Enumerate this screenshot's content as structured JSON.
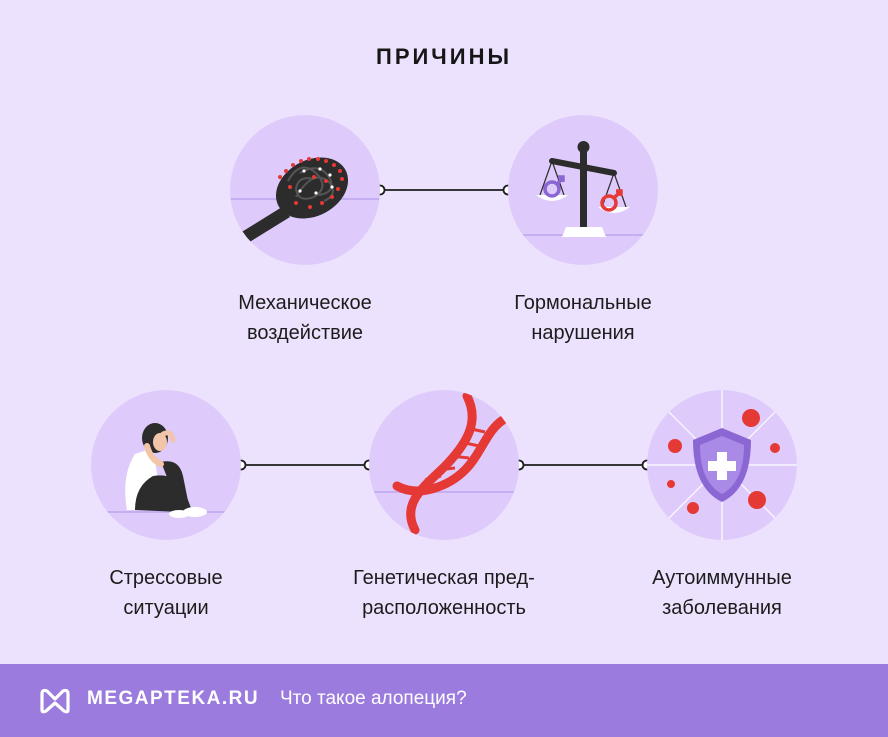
{
  "title": "ПРИЧИНЫ",
  "causes": [
    {
      "line1": "Механическое",
      "line2": "воздействие",
      "icon": "hairbrush-icon"
    },
    {
      "line1": "Гормональные",
      "line2": "нарушения",
      "icon": "scales-icon"
    },
    {
      "line1": "Стрессовые",
      "line2": "ситуации",
      "icon": "stressed-person-icon"
    },
    {
      "line1": "Генетическая пред-",
      "line2": "расположенность",
      "icon": "dna-icon"
    },
    {
      "line1": "Аутоиммунные",
      "line2": "заболевания",
      "icon": "shield-virus-icon"
    }
  ],
  "footer": {
    "brand": "MEGAPTEKA.RU",
    "tagline": "Что такое алопеция?"
  },
  "colors": {
    "background": "#ede2fd",
    "circle": "#decbfb",
    "footer": "#9b7bdd",
    "accent_red": "#e53935",
    "accent_purple": "#8b67d3"
  }
}
